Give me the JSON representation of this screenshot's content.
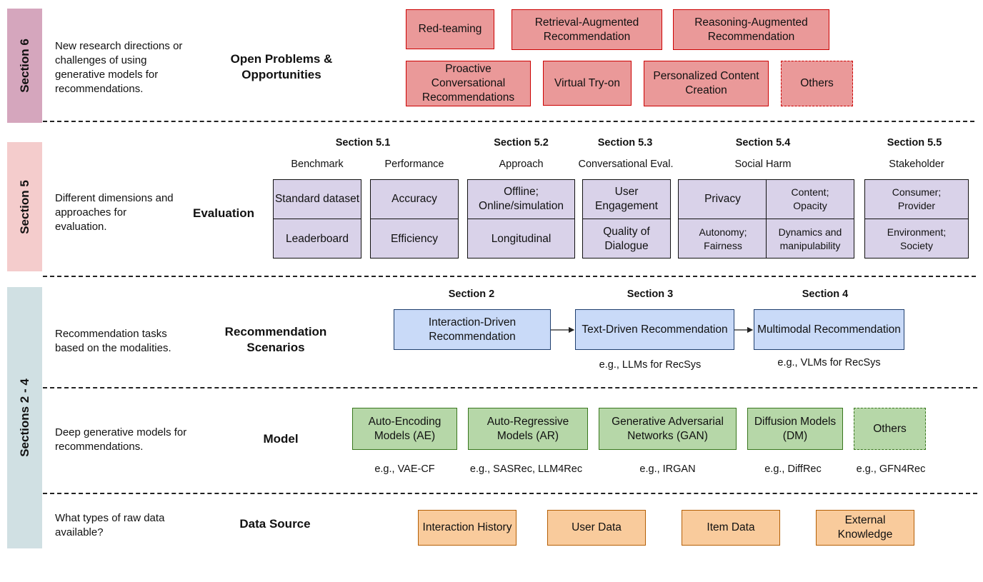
{
  "bands": {
    "s6": "Section 6",
    "s5": "Section 5",
    "s24": "Sections 2 - 4"
  },
  "section6": {
    "desc": "New research directions or challenges of using generative models for recommendations.",
    "label": "Open Problems & Opportunities",
    "boxes": [
      "Red-teaming",
      "Retrieval-Augmented Recommendation",
      "Reasoning-Augmented Recommendation",
      "Proactive Conversational Recommendations",
      "Virtual Try-on",
      "Personalized Content Creation",
      "Others"
    ]
  },
  "section5": {
    "desc": "Different dimensions and approaches for evaluation.",
    "label": "Evaluation",
    "groups": [
      {
        "section": "Section 5.1",
        "headers": [
          "Benchmark",
          "Performance"
        ],
        "cells": [
          "Standard dataset",
          "Leaderboard",
          "Accuracy",
          "Efficiency"
        ]
      },
      {
        "section": "Section 5.2",
        "header": "Approach",
        "cells": [
          "Offline; Online/simulation",
          "Longitudinal"
        ]
      },
      {
        "section": "Section 5.3",
        "header": "Conversational Eval.",
        "cells": [
          "User Engagement",
          "Quality of Dialogue"
        ]
      },
      {
        "section": "Section 5.4",
        "header": "Social Harm",
        "cells": [
          "Privacy",
          "Content; Opacity",
          "Autonomy; Fairness",
          "Dynamics and manipulability"
        ]
      },
      {
        "section": "Section 5.5",
        "header": "Stakeholder",
        "cells": [
          "Consumer; Provider",
          "Environment; Society"
        ]
      }
    ]
  },
  "scenarios": {
    "desc": "Recommendation tasks based on the modalities.",
    "label": "Recommendation Scenarios",
    "items": [
      {
        "section": "Section 2",
        "box": "Interaction-Driven Recommendation",
        "note": ""
      },
      {
        "section": "Section 3",
        "box": "Text-Driven Recommendation",
        "note": "e.g., LLMs for RecSys"
      },
      {
        "section": "Section 4",
        "box": "Multimodal Recommendation",
        "note": "e.g., VLMs for RecSys"
      }
    ]
  },
  "model": {
    "desc": "Deep generative models for recommendations.",
    "label": "Model",
    "items": [
      {
        "box": "Auto-Encoding Models (AE)",
        "note": "e.g., VAE-CF"
      },
      {
        "box": "Auto-Regressive Models (AR)",
        "note": "e.g., SASRec, LLM4Rec"
      },
      {
        "box": "Generative Adversarial Networks (GAN)",
        "note": "e.g., IRGAN"
      },
      {
        "box": "Diffusion Models (DM)",
        "note": "e.g., DiffRec"
      },
      {
        "box": "Others",
        "note": "e.g., GFN4Rec"
      }
    ]
  },
  "datasource": {
    "desc": "What types of raw data available?",
    "label": "Data Source",
    "boxes": [
      "Interaction History",
      "User Data",
      "Item Data",
      "External Knowledge"
    ]
  },
  "colors": {
    "section6_band": "#d5a6bd",
    "section5_band": "#f4cccc",
    "sections24_band": "#d0e0e3",
    "red_fill": "#ea9999",
    "purple_fill": "#d9d2e9",
    "blue_fill": "#c9daf8",
    "green_fill": "#b6d7a8",
    "orange_fill": "#f9cb9c"
  }
}
